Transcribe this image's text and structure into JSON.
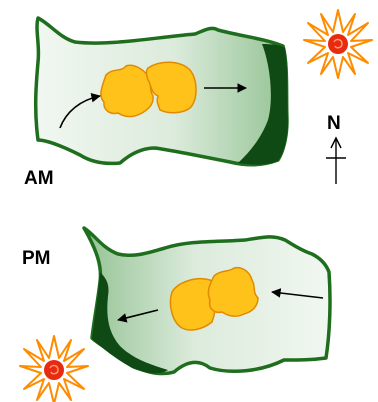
{
  "labels": {
    "am": "AM",
    "pm": "PM",
    "north": "N"
  },
  "colors": {
    "cell_border": "#1e6e1e",
    "cell_fill_light": "#eef5ee",
    "cell_fill_dark": "#9fc89f",
    "shaded_wall": "#0f4a14",
    "chloroplast_fill": "#ffc21a",
    "chloroplast_stroke": "#e08a00",
    "sun_rays": "#ff8c00",
    "sun_core": "#e82a10",
    "arrow": "#000000"
  },
  "icons": {
    "sun": "sun-icon",
    "compass": "north-compass-icon",
    "arrow": "movement-arrow-icon"
  }
}
